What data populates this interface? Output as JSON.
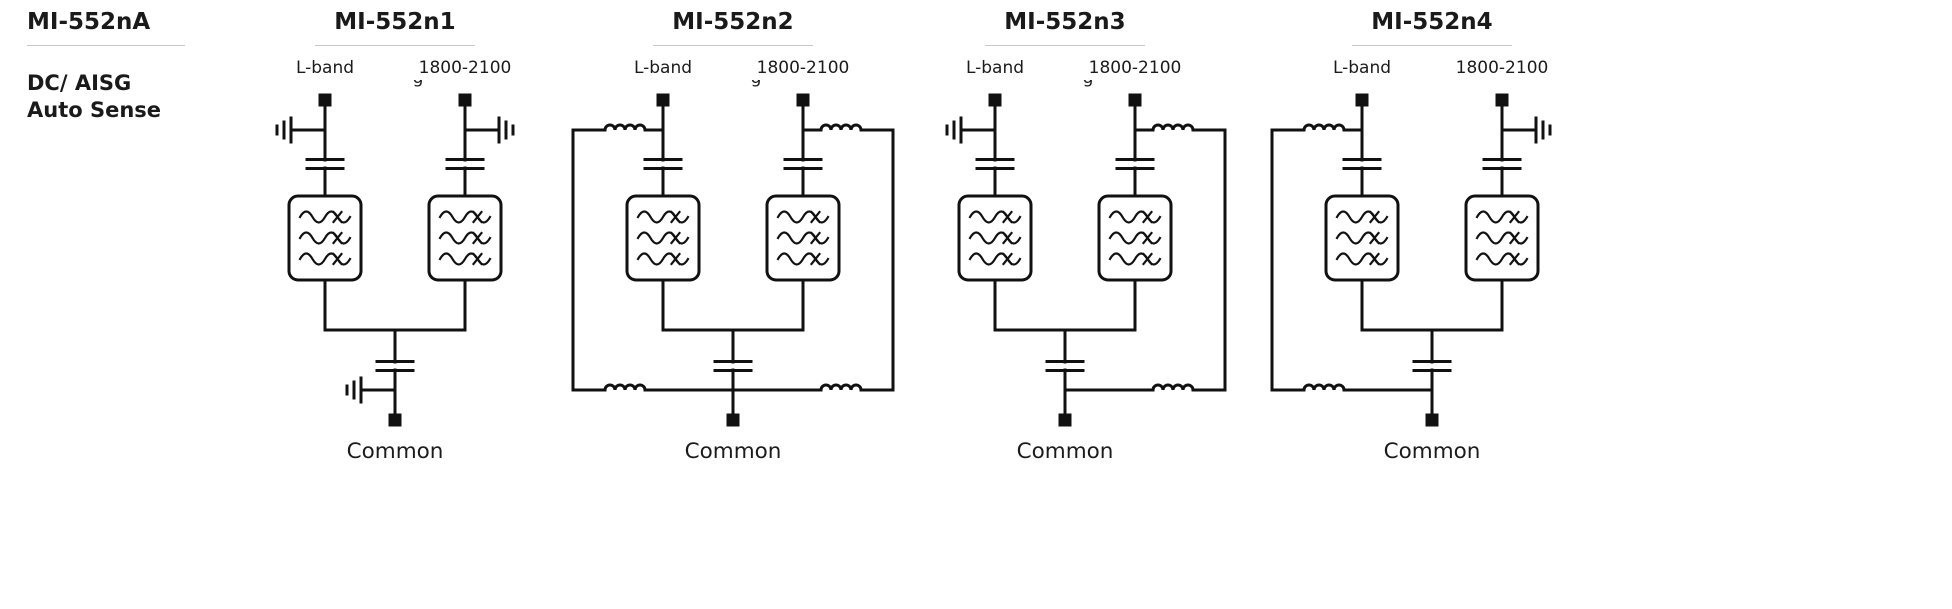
{
  "left_panel": {
    "model": "MI-552nA",
    "features": [
      "DC/ AISG",
      "Auto Sense"
    ]
  },
  "variants": [
    {
      "title": "MI-552n1",
      "port_left": "L-band",
      "port_right": "1800-2100",
      "common_label": "Common",
      "cropped_artifact": "g",
      "topology": {
        "left_port": "series capacitor + bandpass filter, DC grounded at port",
        "right_port": "series capacitor + bandpass filter, DC grounded at port",
        "common_port": "series capacitor, DC grounded at port"
      }
    },
    {
      "title": "MI-552n2",
      "port_left": "L-band",
      "port_right": "1800-2100",
      "common_label": "Common",
      "cropped_artifact": "g",
      "topology": {
        "left_port": "series capacitor + bandpass filter, inductor bypass loop to common",
        "right_port": "series capacitor + bandpass filter, inductor bypass loop to common",
        "common_port": "series capacitor"
      }
    },
    {
      "title": "MI-552n3",
      "port_left": "L-band",
      "port_right": "1800-2100",
      "common_label": "Common",
      "cropped_artifact": "g",
      "topology": {
        "left_port": "series capacitor + bandpass filter, DC grounded at port",
        "right_port": "series capacitor + bandpass filter, inductor bypass loop to common",
        "common_port": "series capacitor"
      }
    },
    {
      "title": "MI-552n4",
      "port_left": "L-band",
      "port_right": "1800-2100",
      "common_label": "Common",
      "cropped_artifact": "",
      "topology": {
        "left_port": "series capacitor + bandpass filter, inductor bypass loop to common",
        "right_port": "series capacitor + bandpass filter, DC grounded at port",
        "common_port": "series capacitor"
      }
    }
  ],
  "colors": {
    "line": "#111111",
    "text": "#1a1a1a",
    "divider": "#c9c9c9"
  }
}
